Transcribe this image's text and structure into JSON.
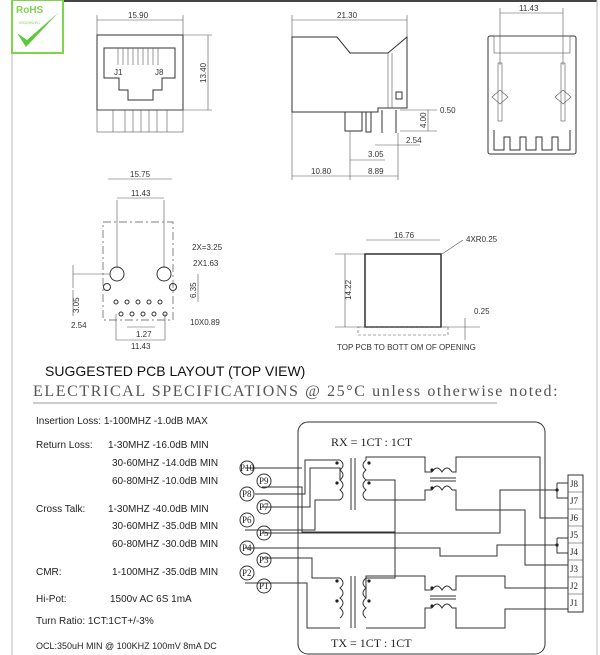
{
  "badge": {
    "text": "RoHS",
    "subtext": "2002/95/EC",
    "color": "#7fd34e"
  },
  "front_view": {
    "width": "15.90",
    "height": "13.40",
    "pin_left": "J1",
    "pin_right": "J8"
  },
  "side_view": {
    "length": "21.30",
    "d1": "0.50",
    "d2": "4.00",
    "d3": "2.54",
    "d4": "3.05",
    "d5": "10.80",
    "d6": "8.89"
  },
  "back_view": {
    "width": "11.43"
  },
  "pcb_layout": {
    "w1": "15.75",
    "w2": "11.43",
    "hole_large": "2X=3.25",
    "hole_small": "2X1.63",
    "d_635": "6.35",
    "d_305": "3.05",
    "d_254": "2.54",
    "pins": "10X0.89",
    "pitch": "1.27",
    "span": "11.43",
    "title": "SUGGESTED PCB LAYOUT (TOP VIEW)"
  },
  "opening": {
    "width": "16.76",
    "height": "14.22",
    "radius": "4XR0.25",
    "offset": "0.25",
    "caption": "TOP PCB  TO BOTT OM OF OPENING"
  },
  "electrical": {
    "heading": "ELECTRICAL SPECIFICATIONS @ 25°C unless otherwise noted:",
    "insertion_loss": "Insertion Loss:  1-100MHZ  -1.0dB MAX",
    "return_loss_label": "Return Loss:",
    "return_loss": [
      "1-30MHZ    -16.0dB MIN",
      "30-60MHZ  -14.0dB MIN",
      "60-80MHZ  -10.0dB MIN"
    ],
    "cross_talk_label": "Cross Talk:",
    "cross_talk": [
      "1-30MHZ    -40.0dB MIN",
      "30-60MHZ  -35.0dB MIN",
      "60-80MHZ  -30.0dB MIN"
    ],
    "cmr_label": "CMR:",
    "cmr": "1-100MHZ  -35.0dB MIN",
    "hipot_label": "Hi-Pot:",
    "hipot": "1500v AC 6S 1mA",
    "turn_ratio": "Turn Ratio: 1CT:1CT+/-3%",
    "ocl": "OCL:350uH MIN @ 100KHZ 100mV 8mA DC"
  },
  "schematic": {
    "rx": "RX = 1CT : 1CT",
    "tx": "TX = 1CT : 1CT",
    "p_pins": [
      "P10",
      "P9",
      "P8",
      "P7",
      "P6",
      "P5",
      "P4",
      "P3",
      "P2",
      "P1"
    ],
    "j_pins": [
      "J8",
      "J7",
      "J6",
      "J5",
      "J4",
      "J3",
      "J2",
      "J1"
    ]
  }
}
